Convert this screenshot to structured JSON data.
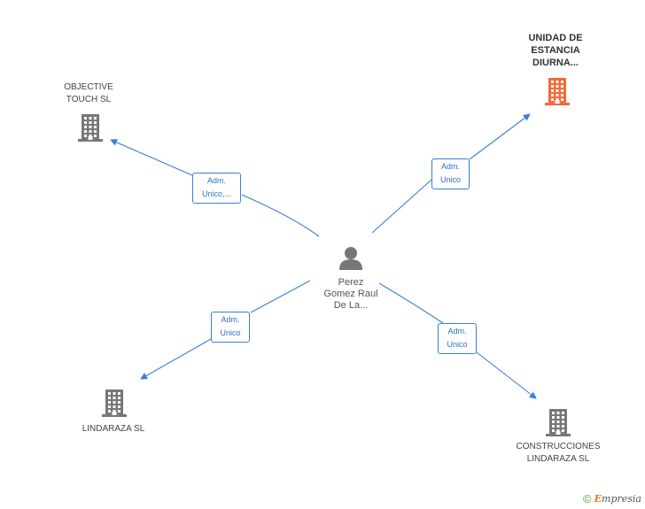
{
  "colors": {
    "edge": "#3a7fd5",
    "company_icon": "#777777",
    "focus_icon": "#f26a3b",
    "person_icon": "#777777"
  },
  "person": {
    "label_lines": [
      "Perez",
      "Gomez Raul",
      "De La..."
    ],
    "icon": "person-icon"
  },
  "companies": [
    {
      "id": "unidad",
      "label_lines": [
        "UNIDAD DE",
        "ESTANCIA",
        "DIURNA..."
      ],
      "focus": true,
      "icon": "building-icon"
    },
    {
      "id": "objective",
      "label_lines": [
        "OBJECTIVE",
        "TOUCH SL"
      ],
      "focus": false,
      "icon": "building-icon"
    },
    {
      "id": "lindaraza",
      "label_lines": [
        "LINDARAZA SL"
      ],
      "focus": false,
      "icon": "building-icon"
    },
    {
      "id": "construcciones",
      "label_lines": [
        "CONSTRUCCIONES",
        "LINDARAZA SL"
      ],
      "focus": false,
      "icon": "building-icon"
    }
  ],
  "edges": [
    {
      "to": "objective",
      "label_lines": [
        "Adm.",
        "Unico,..."
      ]
    },
    {
      "to": "unidad",
      "label_lines": [
        "Adm.",
        "Unico"
      ]
    },
    {
      "to": "lindaraza",
      "label_lines": [
        "Adm.",
        "Unico"
      ]
    },
    {
      "to": "construcciones",
      "label_lines": [
        "Adm.",
        "Unico"
      ]
    }
  ],
  "footer": {
    "copyright_symbol": "©",
    "brand_first": "E",
    "brand_rest": "mpresia"
  }
}
